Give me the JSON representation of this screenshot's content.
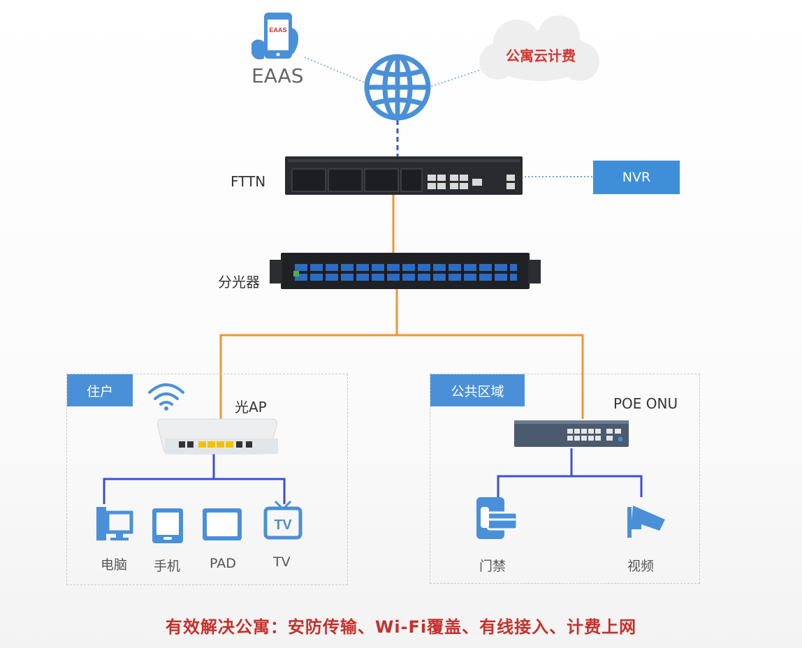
{
  "labels": {
    "eaas": "EAAS",
    "phone_screen": "EAAS",
    "cloud": "公寓云计费",
    "fttn": "FTTN",
    "nvr": "NVR",
    "splitter": "分光器",
    "optical_ap": "光AP",
    "poe_onu": "POE ONU",
    "resident_zone": "住户",
    "public_zone": "公共区域",
    "pc": "电脑",
    "phone": "手机",
    "pad": "PAD",
    "tv": "TV",
    "tv_icon": "TV",
    "access_control": "门禁",
    "video": "视频"
  },
  "caption": "有效解决公寓：安防传输、Wi-Fi覆盖、有线接入、计费上网",
  "colors": {
    "accent_blue": "#3e8fd8",
    "fiber_orange": "#f0943a",
    "lan_blue": "#3b4fd8",
    "caption_red": "#c7302b"
  },
  "icons": [
    "phone-icon",
    "cloud-icon",
    "globe-icon",
    "wifi-icon",
    "pc-icon",
    "tablet-phone-icon",
    "pad-icon",
    "tv-icon",
    "door-card-icon",
    "camera-icon"
  ]
}
